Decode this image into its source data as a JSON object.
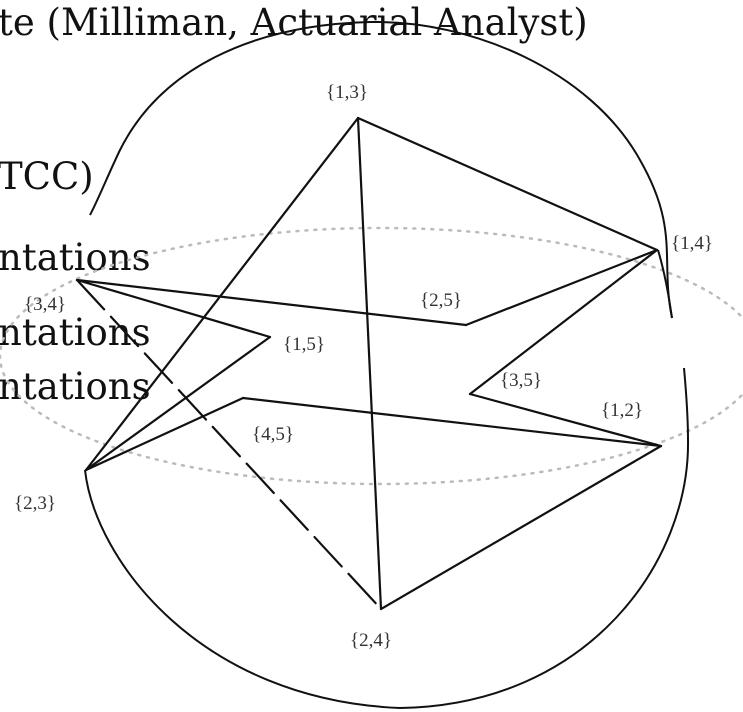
{
  "background_text": [
    "te (Milliman, Actuarial Analyst)",
    "TCC)",
    "ntations",
    "ntations",
    "ntations"
  ],
  "vertices": [
    {
      "id": "v13",
      "label": "{1,3}"
    },
    {
      "id": "v14",
      "label": "{1,4}"
    },
    {
      "id": "v25",
      "label": "{2,5}"
    },
    {
      "id": "v34",
      "label": "{3,4}"
    },
    {
      "id": "v15",
      "label": "{1,5}"
    },
    {
      "id": "v35",
      "label": "{3,5}"
    },
    {
      "id": "v12",
      "label": "{1,2}"
    },
    {
      "id": "v45",
      "label": "{4,5}"
    },
    {
      "id": "v23",
      "label": "{2,3}"
    },
    {
      "id": "v24",
      "label": "{2,4}"
    }
  ],
  "colors": {
    "line": "#111111",
    "dotted_ellipse": "#bbbbbb",
    "text": "#111111",
    "label": "#333333"
  }
}
